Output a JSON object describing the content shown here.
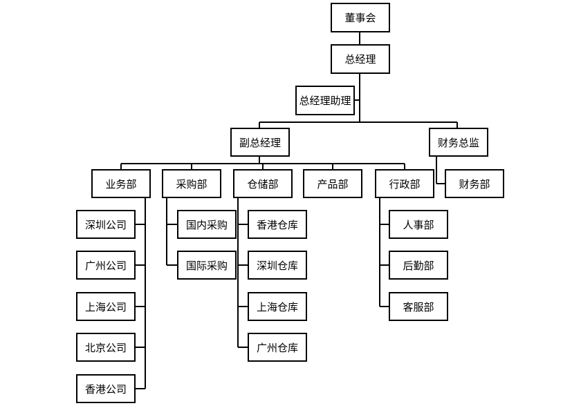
{
  "nodes": {
    "board": "董事会",
    "gm": "总经理",
    "gm_assistant": "总经理助理",
    "deputy_gm": "副总经理",
    "cfo": "财务总监",
    "finance_dept": "财务部",
    "business_dept": "业务部",
    "purchasing_dept": "采购部",
    "warehouse_dept": "仓储部",
    "product_dept": "产品部",
    "admin_dept": "行政部",
    "biz_shenzhen": "深圳公司",
    "biz_guangzhou": "广州公司",
    "biz_shanghai": "上海公司",
    "biz_beijing": "北京公司",
    "biz_hongkong": "香港公司",
    "pur_domestic": "国内采购",
    "pur_international": "国际采购",
    "wh_hongkong": "香港仓库",
    "wh_shenzhen": "深圳仓库",
    "wh_shanghai": "上海仓库",
    "wh_guangzhou": "广州仓库",
    "adm_hr": "人事部",
    "adm_logistics": "后勤部",
    "adm_service": "客服部"
  }
}
